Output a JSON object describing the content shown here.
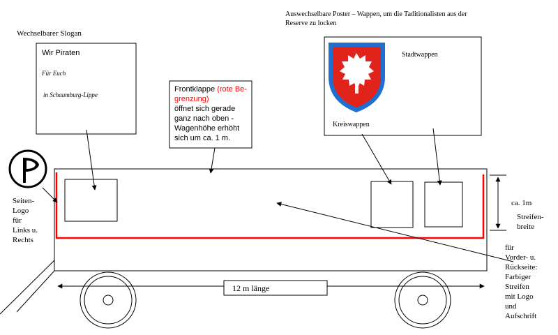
{
  "poster_note": {
    "line1": "Auswechselbare Poster – Wappen, um die Taditionalisten aus der",
    "line2": "Reserve zu locken"
  },
  "slogan_note": "Wechselbarer Slogan",
  "slogan_box": {
    "line1": "Wir Piraten",
    "line2": "Für Euch",
    "line3": "in Schaumburg-Lippe"
  },
  "front_note": {
    "line1_black": "Frontklappe ",
    "line1_red": "(rote Be-",
    "line2_red": "grenzung)",
    "line3": "öffnet sich gerade",
    "line4": "ganz nach oben -",
    "line5": "Wagenhöhe erhöht",
    "line6": "sich um ca. 1 m."
  },
  "crest_box": {
    "stadt_label": "Stadtwappen",
    "kreis_label": "Kreiswappen"
  },
  "side_logo_note": {
    "line1": "Seiten-",
    "line2": "Logo",
    "line3": "für",
    "line4": "Links u.",
    "line5": "Rechts"
  },
  "stripe_note": {
    "height": "ca. 1m",
    "label1": "Streifen-",
    "label2": "breite"
  },
  "rear_note": {
    "line1": "für",
    "line2": "Vorder- u.",
    "line3": "Rückseite:",
    "line4": "Farbiger",
    "line5": "Streifen",
    "line6": "mit Logo",
    "line7": "und",
    "line8": "Aufschrift"
  },
  "length_label": "12 m länge",
  "colors": {
    "stripe_red": "#ff0000",
    "crest_blue": "#1f6fd0",
    "crest_red": "#e0241b",
    "pirate_black": "#000000"
  },
  "icons": {
    "pirate_logo": "pirate-party-logo",
    "crest": "nettle-leaf-crest"
  }
}
